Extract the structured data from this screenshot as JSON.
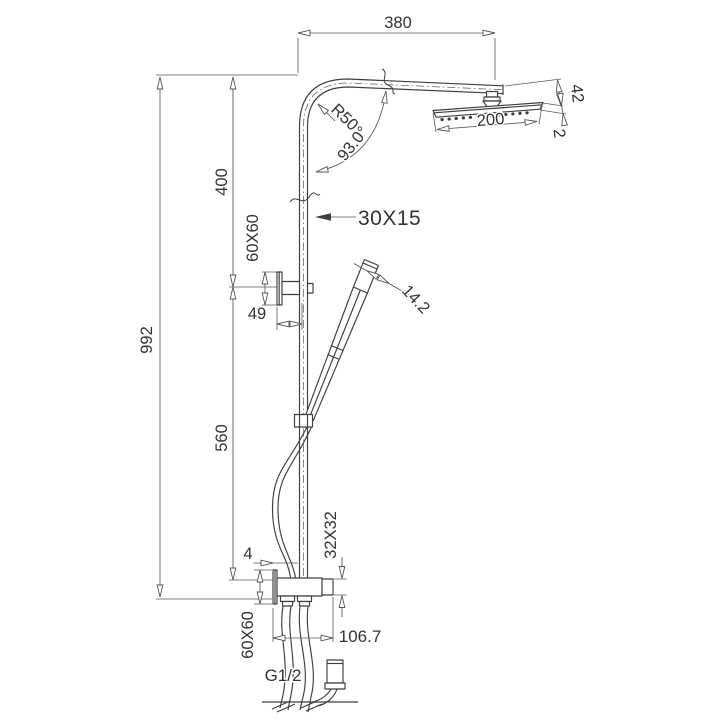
{
  "colors": {
    "line": "#3e3e3e",
    "dimension_line": "#555555",
    "text": "#333333",
    "background": "#ffffff"
  },
  "dimensions": {
    "arm_length": "380",
    "bend_radius": "R50",
    "arm_angle": "93.0°",
    "head_drop": "42",
    "head_width": "200",
    "head_thickness": "2",
    "upper_section_height": "400",
    "overall_height": "992",
    "tube_profile": "30X15",
    "upper_bracket_size": "60X60",
    "bracket_reach": "49",
    "hand_shower_width": "14.2",
    "lower_section_height": "560",
    "diverter_profile": "32X32",
    "plate_thickness": "4",
    "lower_plate_size": "60X60",
    "diverter_reach": "106.7",
    "connection_thread": "G1/2"
  }
}
